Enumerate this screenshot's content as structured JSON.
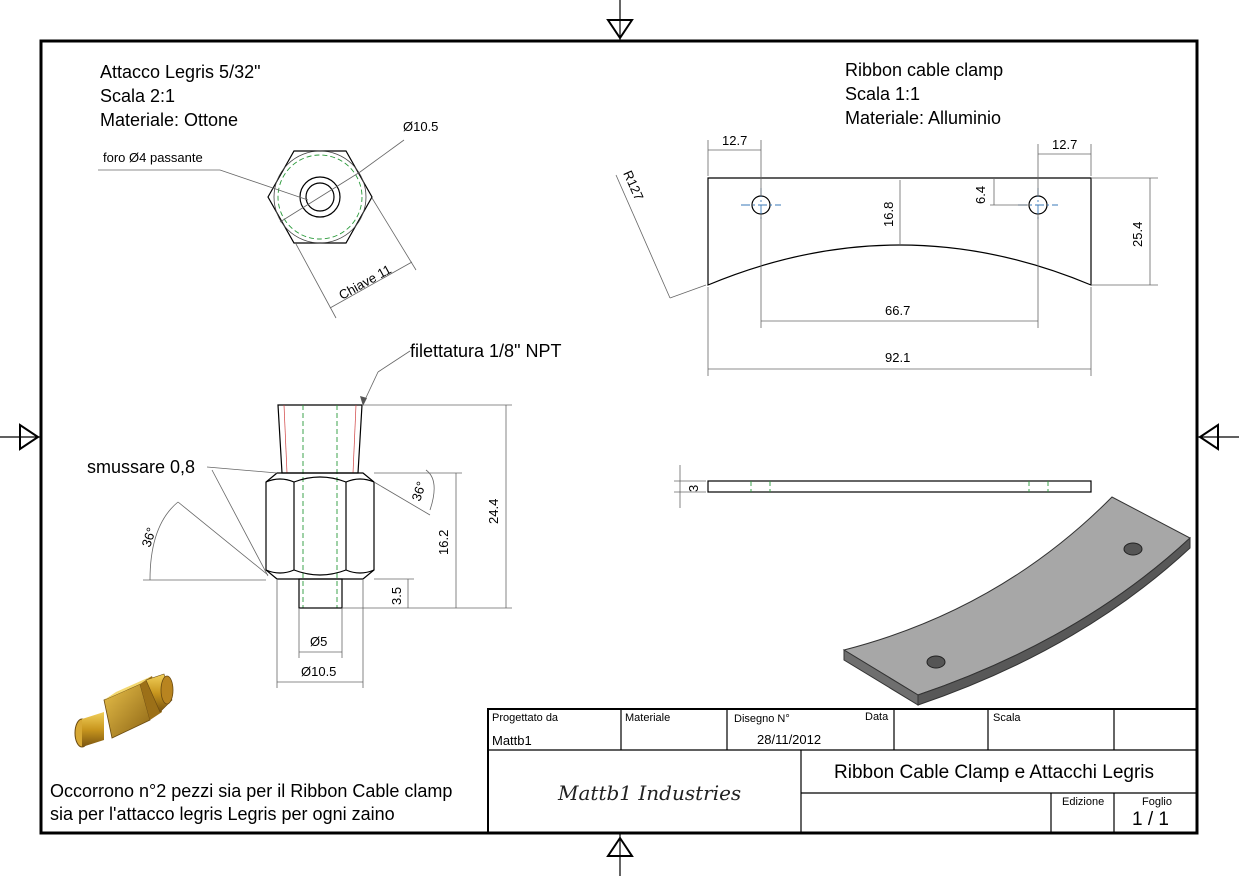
{
  "fitting": {
    "title": "Attacco Legris 5/32\"",
    "scale": "Scala 2:1",
    "material": "Materiale: Ottone",
    "hole_label": "foro Ø4 passante",
    "dia_top": "Ø10.5",
    "key_label": "Chiave 11",
    "thread_label": "filettatura 1/8\" NPT",
    "chamfer_label": "smussare 0,8",
    "angle_left": "36°",
    "angle_right": "36°",
    "dim_height_total": "24.4",
    "dim_height_hex": "16.2",
    "dim_height_stub": "3.5",
    "dim_dia_inner": "Ø5",
    "dim_dia_outer": "Ø10.5"
  },
  "clamp": {
    "title": "Ribbon cable clamp",
    "scale": "Scala 1:1",
    "material": "Materiale: Alluminio",
    "dim_left_offset": "12.7",
    "dim_right_offset": "12.7",
    "dim_radius": "R127",
    "dim_hole_y": "6.4",
    "dim_center_height": "16.8",
    "dim_height": "25.4",
    "dim_hole_spacing": "66.7",
    "dim_width": "92.1",
    "dim_thickness": "3"
  },
  "note": {
    "line1": "Occorrono n°2 pezzi sia per il Ribbon Cable clamp",
    "line2": "sia per l'attacco legris Legris per ogni zaino"
  },
  "title_block": {
    "designed_by_label": "Progettato da",
    "designed_by": "Mattb1",
    "material_label": "Materiale",
    "drawing_no_label": "Disegno N°",
    "date_label": "Data",
    "date": "28/11/2012",
    "scale_label": "Scala",
    "company": "Mattb1 Industries",
    "title": "Ribbon Cable Clamp e Attacchi Legris",
    "edition_label": "Edizione",
    "sheet_label": "Foglio",
    "sheet": "1 / 1"
  },
  "colors": {
    "hidden_line": "#2a9a3a",
    "center_line": "#3a7ab8",
    "brass": "#c8961e",
    "aluminium_face": "#a7a7a7"
  }
}
